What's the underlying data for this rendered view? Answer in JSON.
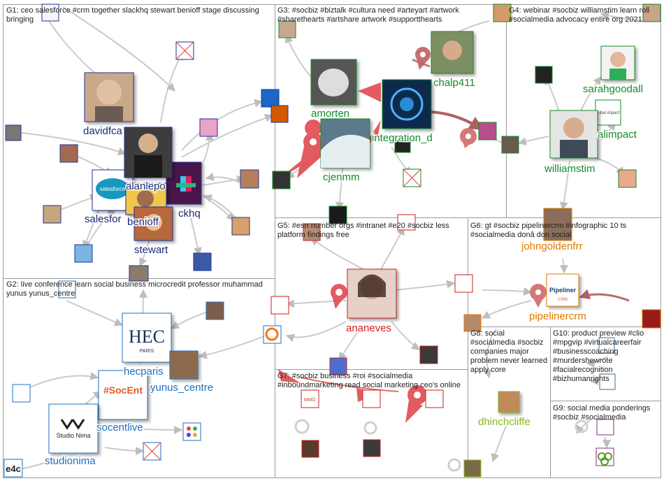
{
  "groups": {
    "g1": "G1: ceo salesforce #crm together slackhq stewart benioff stage discussing bringing",
    "g2": "G2: live conference learn social business microcredit professor muhammad yunus yunus_centre",
    "g3": "G3: #socbiz #biztalk #cultura need #arteyart #artwork #sharethearts #artshare artwork #supportthearts",
    "g4": "G4: webinar #socbiz williamstim learn roll #socialmedia advocacy entire org 2021",
    "g5": "G5: #esn number orgs #intranet #e20 #socbiz less platform findings free",
    "g6": "G6: gt #socbiz pipelinercrm #infographic 10 ts #socialmedia donâ don social",
    "g7": "G7: #socbiz business #roi #socialmedia #inboundmarketing read social marketing ceo's online",
    "g8": "G8: social #socialmedia #socbiz companies major problem never learned apply core",
    "g9": "G9: social media ponderings #socbiz #socialmedia",
    "g10": "G10: product preview #clio #mpgvip #virtualcareerfair #businesscoaching #murdershewrote #facialrecognition #bizhumanrights"
  },
  "nodes": {
    "davidfca": "davidfca",
    "alanlepo": "alanlepo",
    "slackhq": "ckhq",
    "salesforce": "salesfor",
    "benioff": "benioff",
    "stewart": "stewart",
    "amorten": "amorten",
    "chalp411": "chalp411",
    "integration": "integration_d",
    "cjenmm": "cjenmm",
    "sarahgoodall": "sarahgoodall",
    "alimpact": "alimpact",
    "williamstim": "williamstim",
    "tribal_logo": "tribal impact",
    "hecparis": "hecparis",
    "hec_logo": "HEC",
    "hec_sub": "PARIS",
    "yunus": "yunus_centre",
    "socentlive": "socentlive",
    "socent_logo": "#SocEnt",
    "studionima": "studionima",
    "studio_logo": "Studio Nima",
    "e4c": "e4c",
    "ananeves": "ananeves",
    "johngoldenfrr": "johngoldenfrr",
    "pipelinercrm": "pipelinercrm",
    "pipeliner_logo": "Pipeliner",
    "pipeliner_sub": "CRM",
    "salesforce_logo": "salesforce",
    "dhinchcliffe": "dhinchcliffe",
    "mmg": "MMG"
  },
  "colors": {
    "edge": "#c8c8c8",
    "edge_red": "#e0555a",
    "edge_brown": "#b06060",
    "pin_red": "#e04a4f",
    "box": "#999999"
  }
}
